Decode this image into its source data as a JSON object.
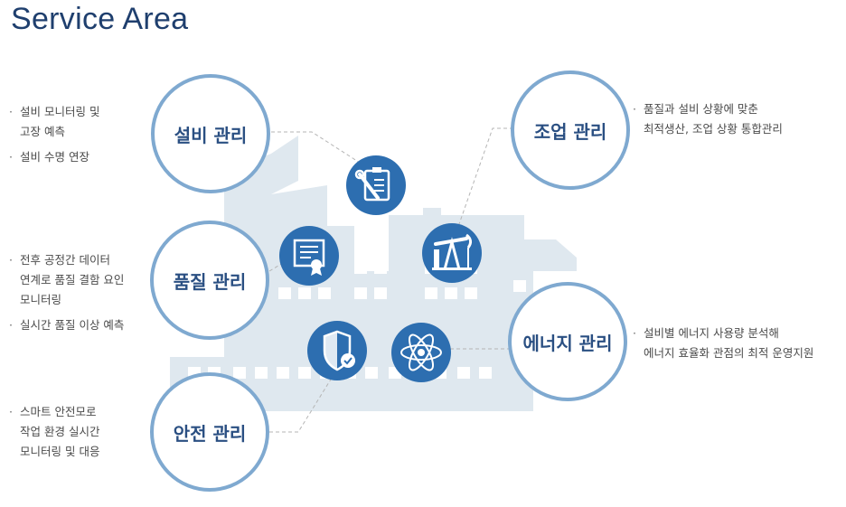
{
  "title": "Service Area",
  "areas": {
    "equipment": {
      "label": "설비 관리",
      "desc": [
        [
          "설비 모니터링 및",
          "고장 예측"
        ],
        [
          "설비 수명 연장"
        ]
      ]
    },
    "quality": {
      "label": "품질 관리",
      "desc": [
        [
          "전후 공정간 데이터",
          "연계로 품질 결함 요인",
          "모니터링"
        ],
        [
          "실시간 품질 이상 예측"
        ]
      ]
    },
    "safety": {
      "label": "안전 관리",
      "desc": [
        [
          "스마트 안전모로",
          "작업 환경 실시간",
          "모니터링 및 대응"
        ]
      ]
    },
    "operation": {
      "label": "조업 관리",
      "desc": [
        [
          "품질과 설비 상황에 맞춘",
          "최적생산, 조업 상황 통합관리"
        ]
      ]
    },
    "energy": {
      "label": "에너지 관리",
      "desc": [
        [
          "설비별 에너지 사용량 분석해",
          "에너지 효율화 관점의 최적 운영지원"
        ]
      ]
    }
  },
  "icons": [
    "maintenance-clipboard-icon",
    "certificate-icon",
    "oil-pump-icon",
    "shield-check-icon",
    "atom-icon"
  ],
  "colors": {
    "title": "#1f3f6e",
    "circle_border": "#7fa9d0",
    "icon_fill": "#2d6eb0",
    "factory": "#dfe8ef"
  }
}
